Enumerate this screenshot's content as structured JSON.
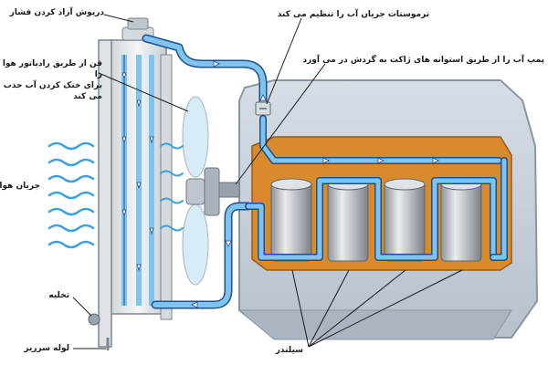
{
  "labels": {
    "pressure_cap": "درپوش آزاد کردن فشار",
    "thermostat": "ترموستات جریان آب را تنظیم می کند",
    "water_pump": "پمپ آب را از طریق استوانه های ژاکت به گردش در می آورد",
    "fan_line1": "فن از طریق رادیاتور هوا را",
    "fan_line2": "برای خنک کردن آب جذب می کند",
    "airflow": "جریان هوا",
    "drain": "تخلیه",
    "overflow_pipe": "لوله سرریز",
    "cylinders": "سیلندر"
  },
  "colors": {
    "coolant": "#7fc4ee",
    "coolant_edge": "#1f4f8f",
    "air": "#3aa0e0",
    "hot_water": "#d98a2b",
    "engine_block": "#c9d2dc",
    "cylinder": "#b9bec4",
    "radiator": "#e6e9ec",
    "fan": "#d7ecf7"
  }
}
